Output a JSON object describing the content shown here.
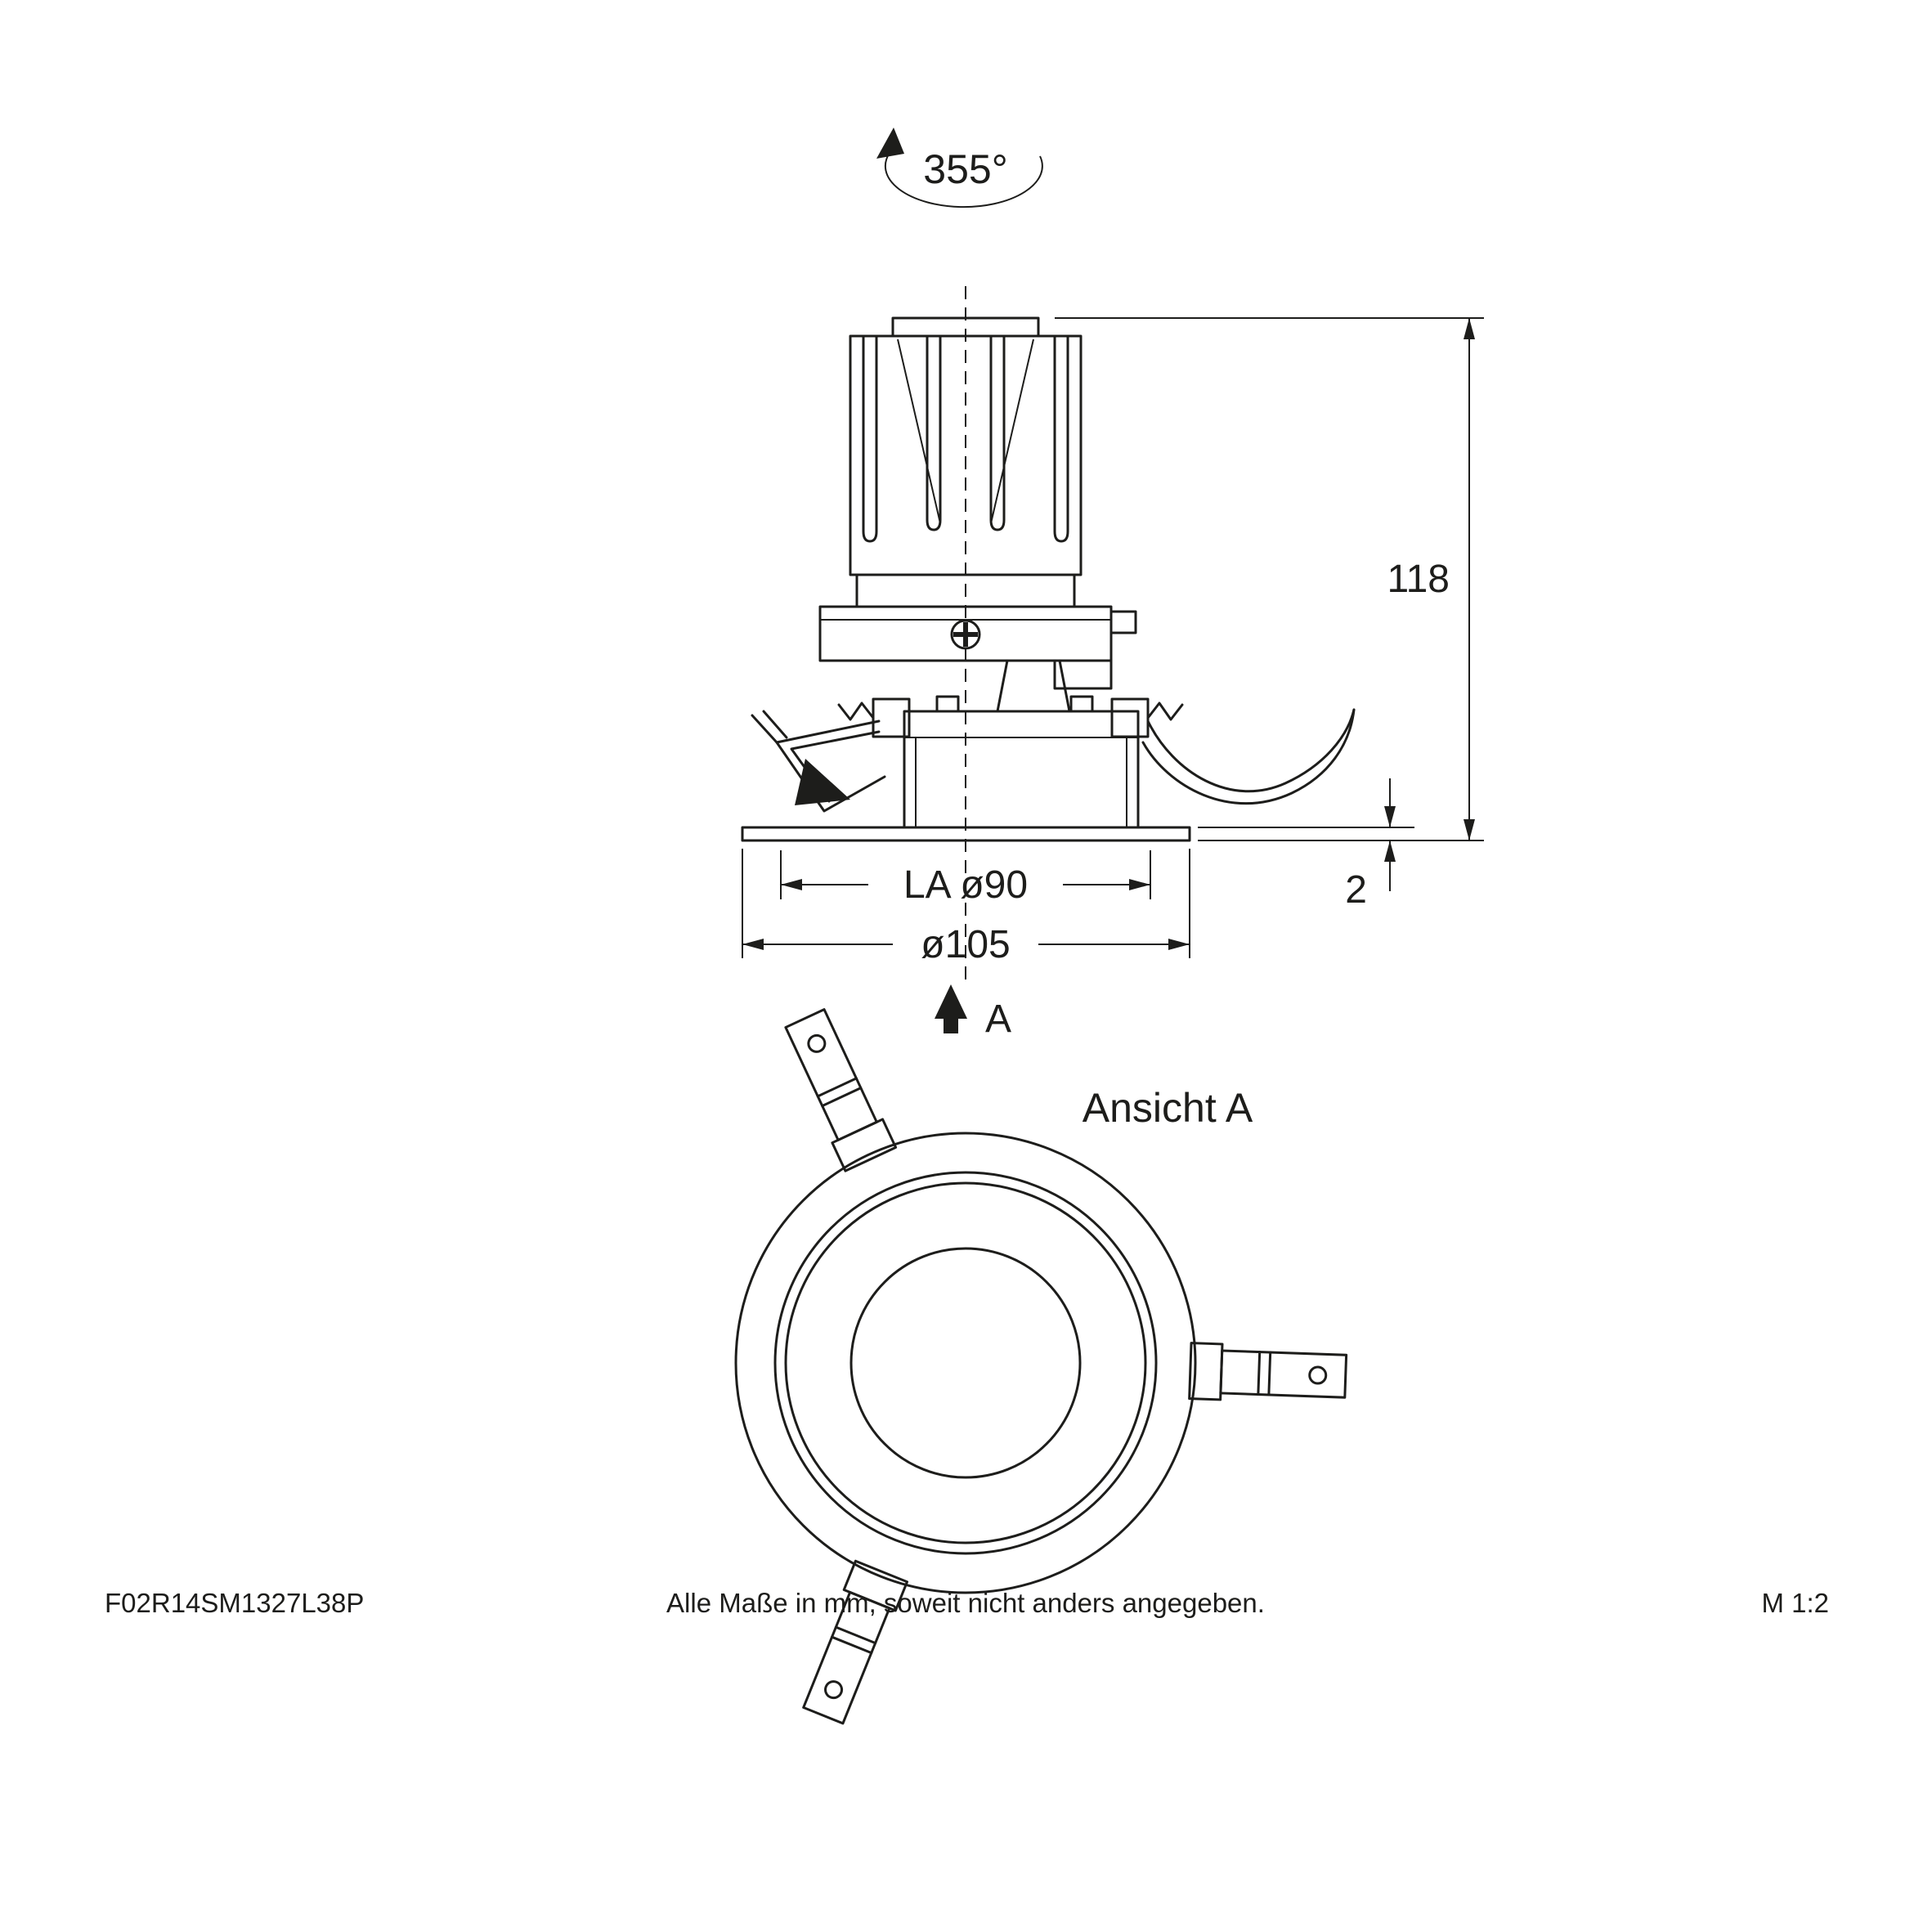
{
  "page": {
    "background": "#ffffff",
    "line_color": "#1d1d1b"
  },
  "drawing": {
    "rotation_label": "355°",
    "view_title": "Ansicht A",
    "view_arrow_label": "A",
    "dimensions": {
      "total_height": "118",
      "flange_thickness": "2",
      "cutout_diameter": "LA ø90",
      "outer_diameter": "ø105"
    }
  },
  "footer": {
    "article_code": "F02R14SM1327L38P",
    "note": "Alle Maße in mm, soweit nicht anders angegeben.",
    "scale": "M 1:2"
  }
}
